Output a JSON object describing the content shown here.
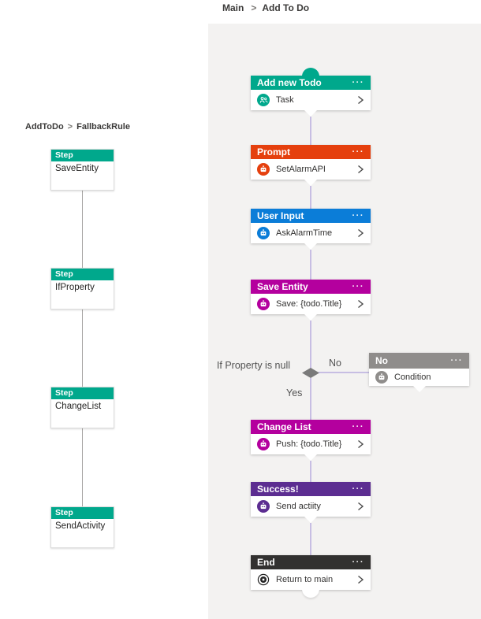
{
  "left_panel": {
    "breadcrumb": {
      "item1": "AddToDo",
      "separator": ">",
      "item2": "FallbackRule"
    },
    "step_header": "Step",
    "nodes": [
      {
        "label": "SaveEntity"
      },
      {
        "label": "IfProperty"
      },
      {
        "label": "ChangeList"
      },
      {
        "label": "SendActivity"
      }
    ],
    "colors": {
      "step_header_bg": "#00A88C"
    }
  },
  "right_panel": {
    "breadcrumb": {
      "item1": "Main",
      "separator": ">",
      "item2": "Add To Do"
    },
    "ellipsis": "···",
    "nodes": {
      "add_new_todo": {
        "title": "Add new Todo",
        "row_label": "Task",
        "color": "#00A88C",
        "icon": "people-icon"
      },
      "prompt": {
        "title": "Prompt",
        "row_label": "SetAlarmAPI",
        "color": "#E5400E",
        "icon": "bot-icon"
      },
      "user_input": {
        "title": "User Input",
        "row_label": "AskAlarmTime",
        "color": "#0B7DD8",
        "icon": "bot-icon"
      },
      "save_entity": {
        "title": "Save Entity",
        "row_label": "Save: {todo.Title}",
        "color": "#B4009E",
        "icon": "bot-icon"
      },
      "change_list": {
        "title": "Change List",
        "row_label": "Push: {todo.Title}",
        "color": "#B4009E",
        "icon": "bot-icon"
      },
      "success": {
        "title": "Success!",
        "row_label": "Send actiity",
        "color": "#5C2D91",
        "icon": "bot-icon"
      },
      "end": {
        "title": "End",
        "row_label": "Return to main",
        "color": "#323130",
        "icon": "target-icon"
      }
    },
    "branch": {
      "condition_label": "If Property is null",
      "no_label": "No",
      "yes_label": "Yes",
      "no_node": {
        "title": "No",
        "row_label": "Condition",
        "color": "#8F8D8B",
        "icon": "bot-icon"
      }
    },
    "colors": {
      "connector": "#C7BEE3",
      "diamond": "#7A7A7A",
      "panel_bg": "#F3F2F1"
    }
  }
}
